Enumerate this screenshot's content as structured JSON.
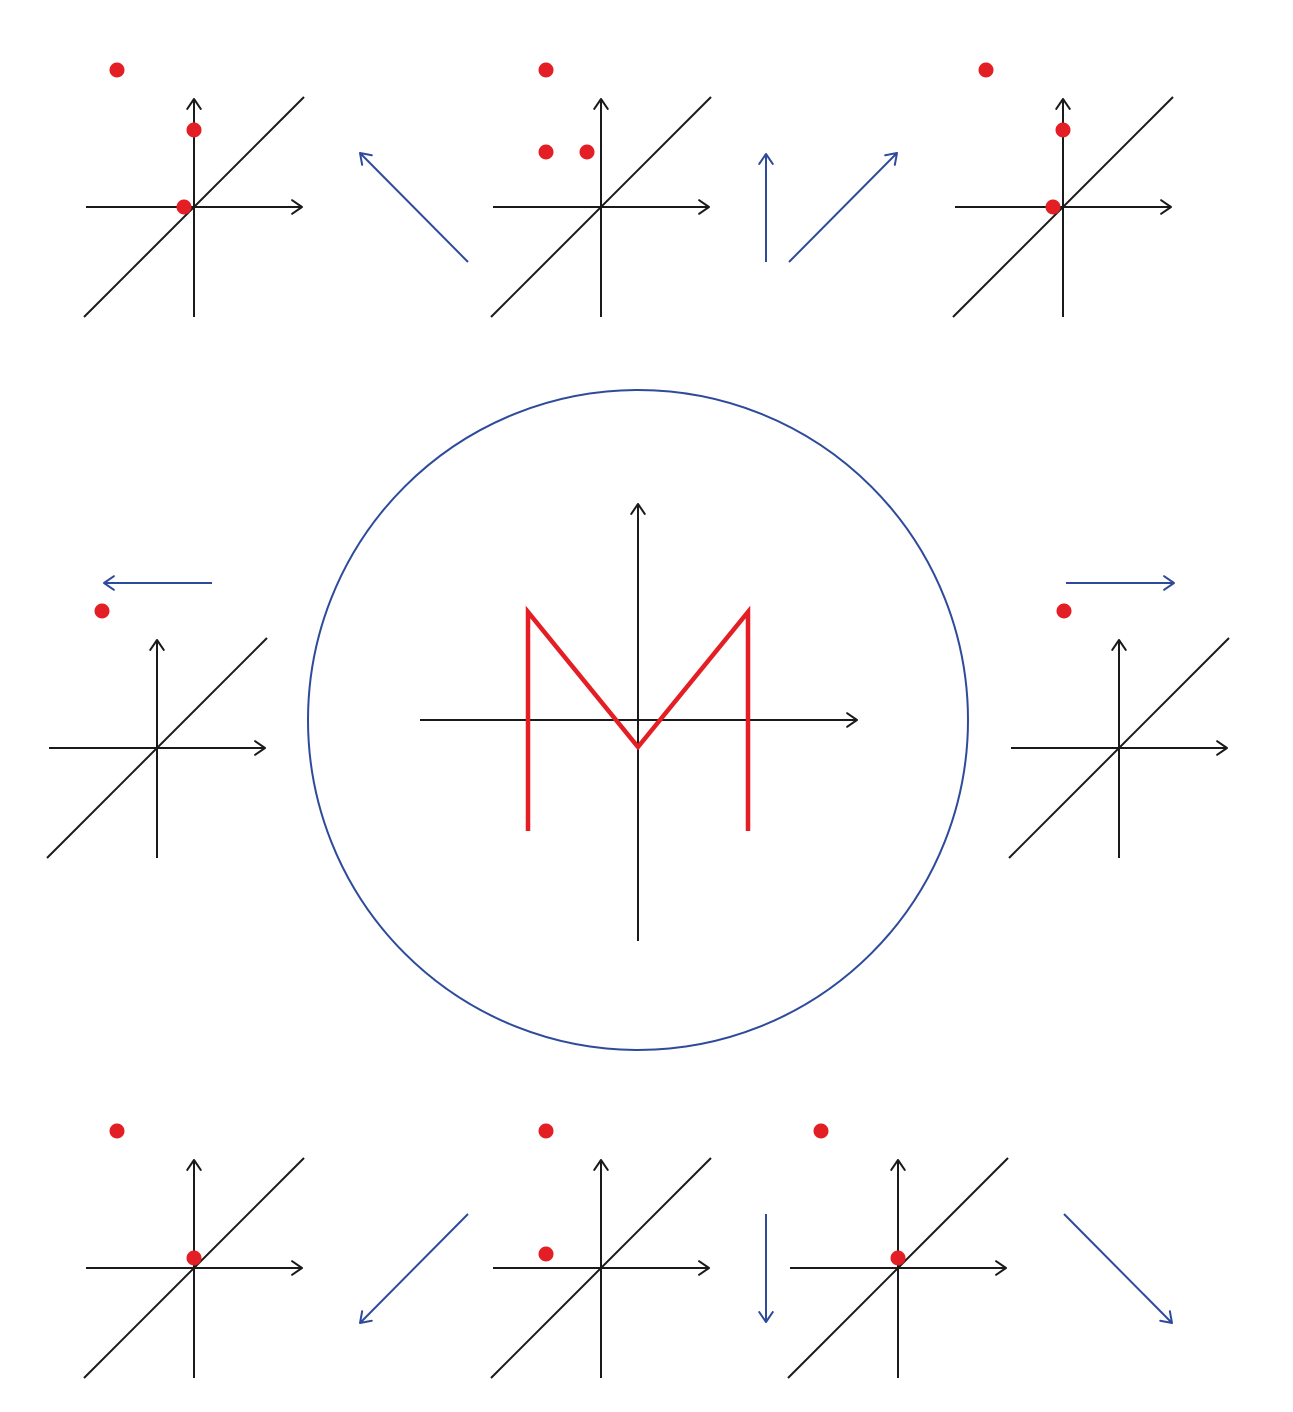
{
  "colors": {
    "axes": "#1a1a1a",
    "points": "#e31e24",
    "arrows": "#2e4a9b",
    "circle": "#2e4a9b",
    "curve": "#e31e24"
  },
  "panels": [
    {
      "id": "top-left",
      "points": [
        {
          "icon": "dot-icon"
        },
        {
          "icon": "dot-icon"
        },
        {
          "icon": "dot-icon"
        }
      ]
    },
    {
      "id": "top-middle",
      "points": [
        {
          "icon": "dot-icon"
        },
        {
          "icon": "dot-icon"
        },
        {
          "icon": "dot-icon"
        }
      ]
    },
    {
      "id": "top-right",
      "points": [
        {
          "icon": "dot-icon"
        },
        {
          "icon": "dot-icon"
        },
        {
          "icon": "dot-icon"
        }
      ]
    },
    {
      "id": "middle-left",
      "points": [
        {
          "icon": "dot-icon"
        }
      ]
    },
    {
      "id": "middle-right",
      "points": [
        {
          "icon": "dot-icon"
        }
      ]
    },
    {
      "id": "bottom-left",
      "points": [
        {
          "icon": "dot-icon"
        },
        {
          "icon": "dot-icon"
        }
      ]
    },
    {
      "id": "bottom-middle",
      "points": [
        {
          "icon": "dot-icon"
        },
        {
          "icon": "dot-icon"
        }
      ]
    },
    {
      "id": "bottom-right",
      "points": [
        {
          "icon": "dot-icon"
        },
        {
          "icon": "dot-icon"
        }
      ]
    }
  ],
  "arrows": [
    {
      "id": "up-left",
      "icon": "arrow-up-left-icon"
    },
    {
      "id": "up",
      "icon": "arrow-up-icon"
    },
    {
      "id": "up-right",
      "icon": "arrow-up-right-icon"
    },
    {
      "id": "left",
      "icon": "arrow-left-icon"
    },
    {
      "id": "right",
      "icon": "arrow-right-icon"
    },
    {
      "id": "down-left",
      "icon": "arrow-down-left-icon"
    },
    {
      "id": "down",
      "icon": "arrow-down-icon"
    },
    {
      "id": "down-right",
      "icon": "arrow-down-right-icon"
    }
  ],
  "center": {
    "icon": "m-shaped-curve-icon"
  }
}
